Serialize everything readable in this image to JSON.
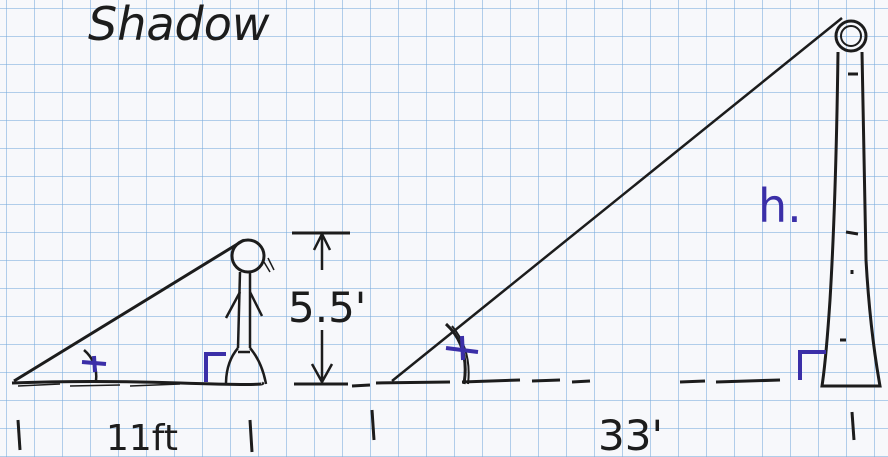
{
  "title": "Shadow",
  "person_height_label": "5.5'",
  "person_shadow_label": "11ft",
  "tree_shadow_label": "33'",
  "tree_height_label": "h.",
  "colors": {
    "ink": "#1c1c1c",
    "marker_blue": "#3b2fa8",
    "grid": "#78aadc",
    "paper": "#f7f8fb"
  }
}
